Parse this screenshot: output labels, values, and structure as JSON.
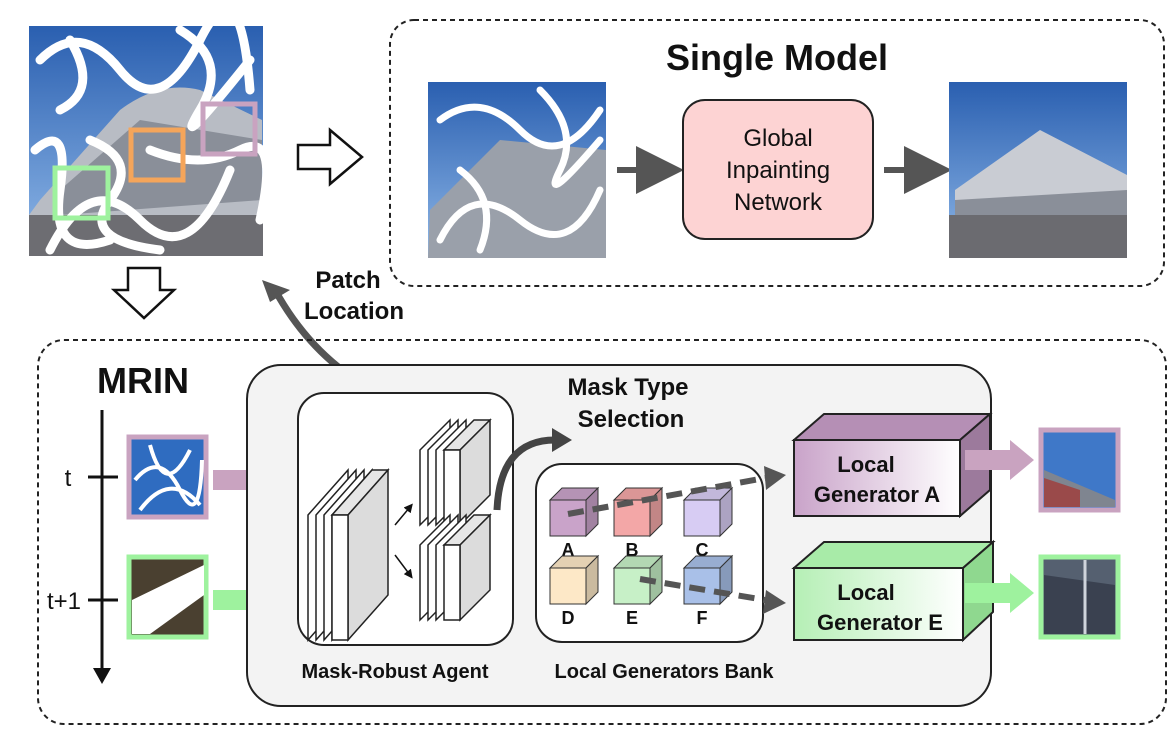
{
  "single_model": {
    "title": "Single Model",
    "network_line1": "Global",
    "network_line2": "Inpainting",
    "network_line3": "Network"
  },
  "patch_location": {
    "line1": "Patch",
    "line2": "Location"
  },
  "mrin": {
    "title": "MRIN",
    "time_t": "t",
    "time_t1": "t+1",
    "mask_type_line1": "Mask Type",
    "mask_type_line2": "Selection",
    "agent_label": "Mask-Robust Agent",
    "bank_label": "Local Generators Bank",
    "cube_labels": [
      "A",
      "B",
      "C",
      "D",
      "E",
      "F"
    ],
    "gen_a_line1": "Local",
    "gen_a_line2": "Generator A",
    "gen_e_line1": "Local",
    "gen_e_line2": "Generator E"
  },
  "colors": {
    "purple": "#c9a3c0",
    "green": "#9ef29e",
    "orange": "#f5a55a",
    "pink_box": "#fdd3d3",
    "cube_a": "#c9a3c9",
    "cube_b": "#f3a7a7",
    "cube_c": "#d7ccf3",
    "cube_d": "#fde8c7",
    "cube_e": "#c7f0c7",
    "cube_f": "#a9c0e8"
  }
}
